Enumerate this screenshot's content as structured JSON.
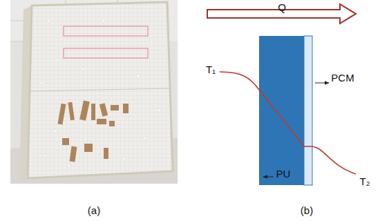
{
  "diagram": {
    "labels": [
      "(a)",
      "(b)",
      "Q",
      "T₁",
      "PCM",
      "PU",
      "T₂"
    ]
  }
}
